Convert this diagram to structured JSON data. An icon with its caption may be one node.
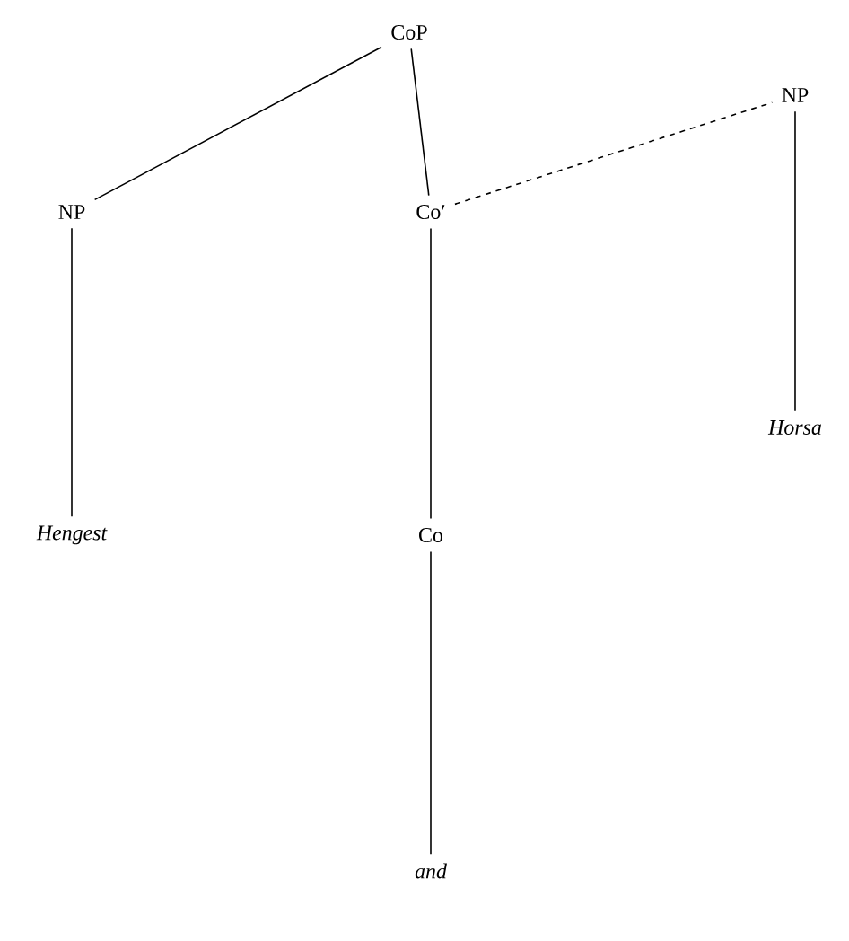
{
  "diagram": {
    "nodes": [
      {
        "text": [
          "CoP"
        ]
      },
      {
        "text": [
          "NP"
        ]
      },
      {
        "text": [
          "Co′"
        ]
      },
      {
        "text": [
          "NP"
        ]
      },
      {
        "text": [
          "Hengest"
        ]
      },
      {
        "text": [
          "Co"
        ]
      },
      {
        "text": [
          "Horsa"
        ]
      },
      {
        "text": [
          "and"
        ]
      }
    ],
    "edges": [
      {
        "from": 0,
        "to": 1,
        "arrow": "none"
      },
      {
        "from": 0,
        "to": 2,
        "arrow": "none"
      },
      {
        "from": 2,
        "to": 3,
        "arrow": "none",
        "style": "dashed"
      },
      {
        "from": 1,
        "to": 4,
        "arrow": "none"
      },
      {
        "from": 2,
        "to": 5,
        "arrow": "none"
      },
      {
        "from": 3,
        "to": 6,
        "arrow": "none"
      },
      {
        "from": 5,
        "to": 7,
        "arrow": "none"
      }
    ]
  }
}
